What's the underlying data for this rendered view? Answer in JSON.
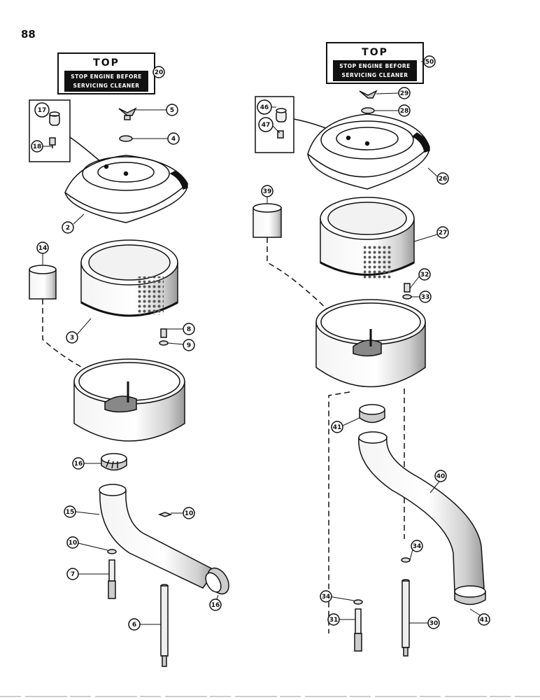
{
  "page_number": "88",
  "decals": [
    {
      "heading": "TOP",
      "line1": "STOP ENGINE BEFORE",
      "line2": "SERVICING CLEANER",
      "callout": "20"
    },
    {
      "heading": "TOP",
      "line1": "STOP ENGINE BEFORE",
      "line2": "SERVICING CLEANER",
      "callout": "50"
    }
  ],
  "callouts": {
    "left": [
      "17",
      "18",
      "5",
      "4",
      "2",
      "14",
      "3",
      "8",
      "9",
      "16",
      "15",
      "10",
      "10",
      "7",
      "6",
      "16"
    ],
    "right": [
      "46",
      "47",
      "29",
      "28",
      "26",
      "39",
      "27",
      "32",
      "33",
      "41",
      "40",
      "34",
      "34",
      "31",
      "30",
      "41"
    ]
  }
}
